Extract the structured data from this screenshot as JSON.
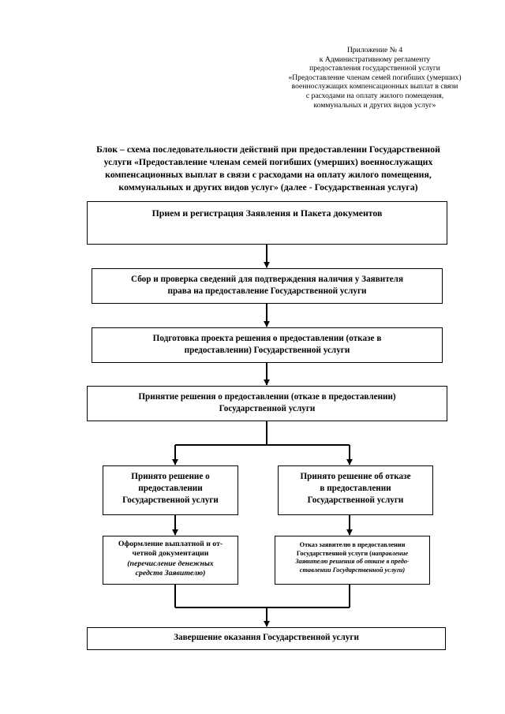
{
  "annex": [
    "Приложение № 4",
    "к Административному регламенту",
    "предоставления государственной услуги",
    "«Предоставление членам семей погибших (умерших)",
    "военнослужащих компенсационных выплат в связи",
    "с расходами на оплату жилого помещения,",
    "коммунальных и других видов услуг»"
  ],
  "title": [
    "Блок – схема последовательности действий при предоставлении Государственной",
    "услуги «Предоставление членам семей погибших (умерших) военнослужащих",
    "компенсационных выплат в связи с расходами на оплату жилого помещения,",
    "коммунальных и других видов услуг» (далее - Государственная услуга)"
  ],
  "steps": {
    "reception": [
      "Прием и регистрация Заявления и Пакета документов"
    ],
    "verification": [
      "Сбор и проверка сведений для подтверждения наличия у Заявителя",
      "права  на предоставление Государственной услуги"
    ],
    "draft": [
      "Подготовка проекта решения о предоставлении (отказе в",
      "предоставлении) Государственной услуги"
    ],
    "decision": [
      "Принятие решения о предоставлении (отказе в предоставлении)",
      "Государственной услуги"
    ],
    "approved": [
      "Принято решение о",
      "предоставлении",
      "Государственной услуги"
    ],
    "refused": [
      "Принято решение об отказе",
      "в  предоставлении",
      "Государственной услуги"
    ],
    "payment": {
      "lines": [
        "Оформление выплатной и от-",
        "четной документации"
      ],
      "note": [
        "(перечисление денежных",
        "средств Заявителю)"
      ]
    },
    "refusal_notice": {
      "line1": "Отказ заявителю в предоставлении",
      "line2_plain": "Государственной услуги (",
      "line2_italic": "направление",
      "note": [
        "Заявителю решения об отказе в предо-",
        "ставлении Государственной услуги)"
      ]
    },
    "completion": [
      "Завершение оказания Государственной услуги"
    ]
  }
}
